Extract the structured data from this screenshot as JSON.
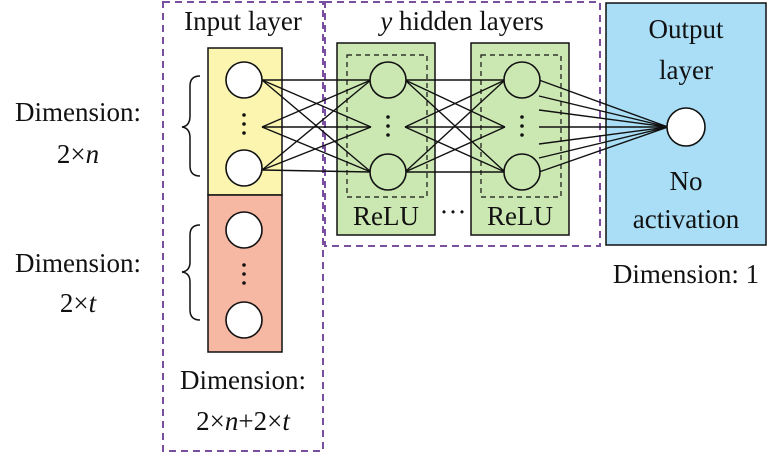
{
  "input_layer": {
    "title": "Input layer",
    "dim_n_label": "Dimension:",
    "dim_n_value_prefix": "2×",
    "dim_n_var": "n",
    "dim_t_label": "Dimension:",
    "dim_t_value_prefix": "2×",
    "dim_t_var": "t",
    "dim_total_label": "Dimension:",
    "dim_total_value": {
      "a": "2×",
      "b": "n",
      "c": "+2×",
      "d": "t"
    }
  },
  "hidden_layers": {
    "title_var": "y",
    "title_rest": " hidden layers",
    "activation_1": "ReLU",
    "activation_2": "ReLU",
    "between": "···"
  },
  "output_layer": {
    "title_line1": "Output",
    "title_line2": "layer",
    "activation_line1": "No",
    "activation_line2": "activation",
    "dimension": "Dimension: 1"
  },
  "colors": {
    "input_n": "#fbf5b0",
    "input_t": "#f6b7a3",
    "hidden": "#cce8b2",
    "output": "#a9def6",
    "dashed_border": "#7a4fa0",
    "line": "#111111"
  }
}
